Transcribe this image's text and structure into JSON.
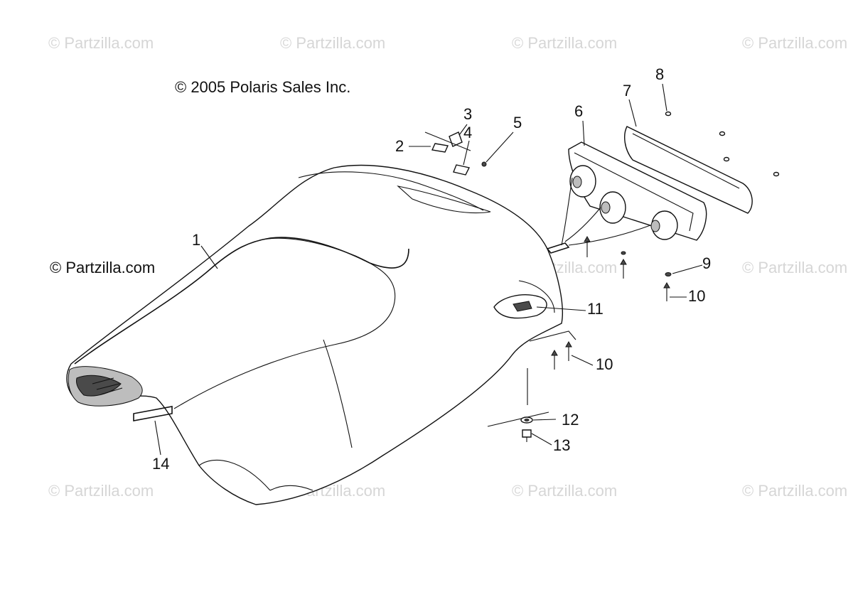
{
  "copyright_notice": "© 2005 Polaris Sales Inc.",
  "site_notice": "© Partzilla.com",
  "watermark_text": "© Partzilla.com",
  "callouts": [
    "1",
    "2",
    "3",
    "4",
    "5",
    "6",
    "7",
    "8",
    "9",
    "10",
    "10",
    "11",
    "12",
    "13",
    "14"
  ]
}
